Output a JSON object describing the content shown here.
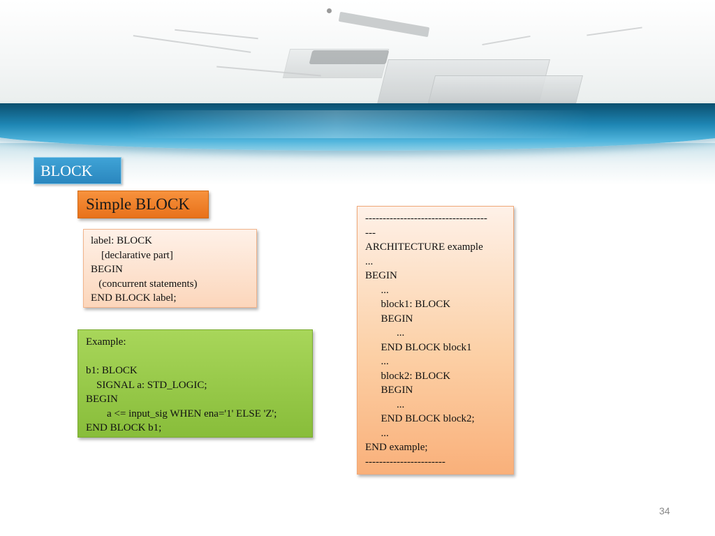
{
  "slide": {
    "title": "BLOCK",
    "subtitle": "Simple BLOCK",
    "syntax_code": "label: BLOCK\n    [declarative part]\nBEGIN\n   (concurrent statements)\nEND BLOCK label;",
    "example_code": "Example:\n\nb1: BLOCK\n    SIGNAL a: STD_LOGIC;\nBEGIN\n        a <= input_sig WHEN ena='1' ELSE 'Z';\nEND BLOCK b1;",
    "architecture_code": "-----------------------------------\n---\nARCHITECTURE example\n...\nBEGIN\n      ...\n      block1: BLOCK\n      BEGIN\n            ...\n      END BLOCK block1\n      ...\n      block2: BLOCK\n      BEGIN\n            ...\n      END BLOCK block2;\n      ...\nEND example;\n-----------------------",
    "page_number": "34"
  },
  "colors": {
    "title_box": "#2a86be",
    "subtitle_box": "#e8711a",
    "syntax_box": "#fcd6bb",
    "example_box": "#88bd3a",
    "architecture_box": "#f9b07a",
    "banner_wave": "#1e86b4"
  }
}
